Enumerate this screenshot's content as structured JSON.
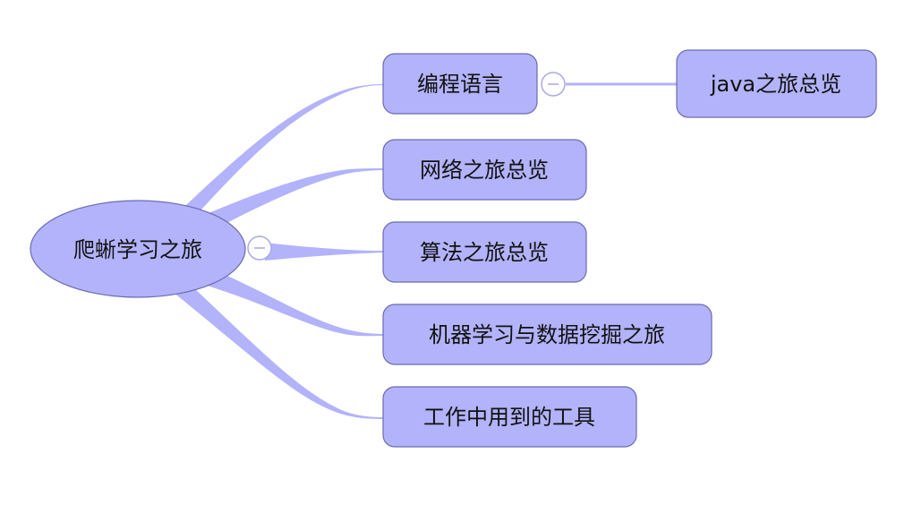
{
  "colors": {
    "node_fill": "#b3b3fb",
    "node_stroke": "#6b6bb0",
    "connector": "#b3b3fb",
    "toggle_stroke": "#a9a9e6",
    "text": "#111111"
  },
  "mindmap": {
    "root": {
      "label": "爬蜥学习之旅",
      "toggle_icon": "collapse-minus-icon"
    },
    "branches": [
      {
        "label": "编程语言",
        "toggle_icon": "collapse-minus-icon",
        "children": [
          {
            "label": "java之旅总览"
          }
        ]
      },
      {
        "label": "网络之旅总览"
      },
      {
        "label": "算法之旅总览"
      },
      {
        "label": "机器学习与数据挖掘之旅"
      },
      {
        "label": "工作中用到的工具"
      }
    ]
  }
}
